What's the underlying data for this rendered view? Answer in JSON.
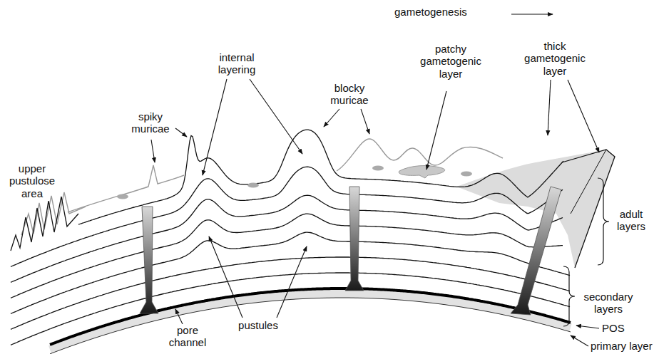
{
  "diagram": {
    "labels": [
      "gametogenesis",
      "upper pustulose area",
      "spiky muricae",
      "internal layering",
      "blocky muricae",
      "patchy gametogenic layer",
      "thick gametogenic layer",
      "adult layers",
      "secondary layers",
      "POS",
      "primary layer",
      "pustules",
      "pore channel"
    ]
  }
}
